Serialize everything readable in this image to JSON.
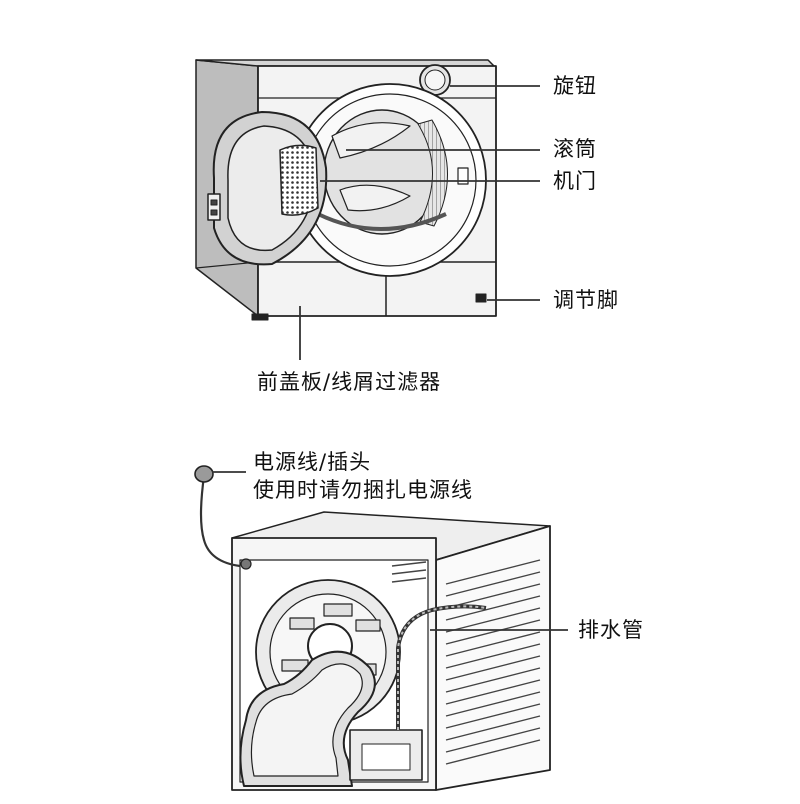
{
  "labels": {
    "knob": "旋钮",
    "drum": "滚筒",
    "door": "机门",
    "feet": "调节脚",
    "front_panel": "前盖板/线屑过滤器",
    "power_line1": "电源线/插头",
    "power_line2": "使用时请勿捆扎电源线",
    "drain_hose": "排水管"
  }
}
